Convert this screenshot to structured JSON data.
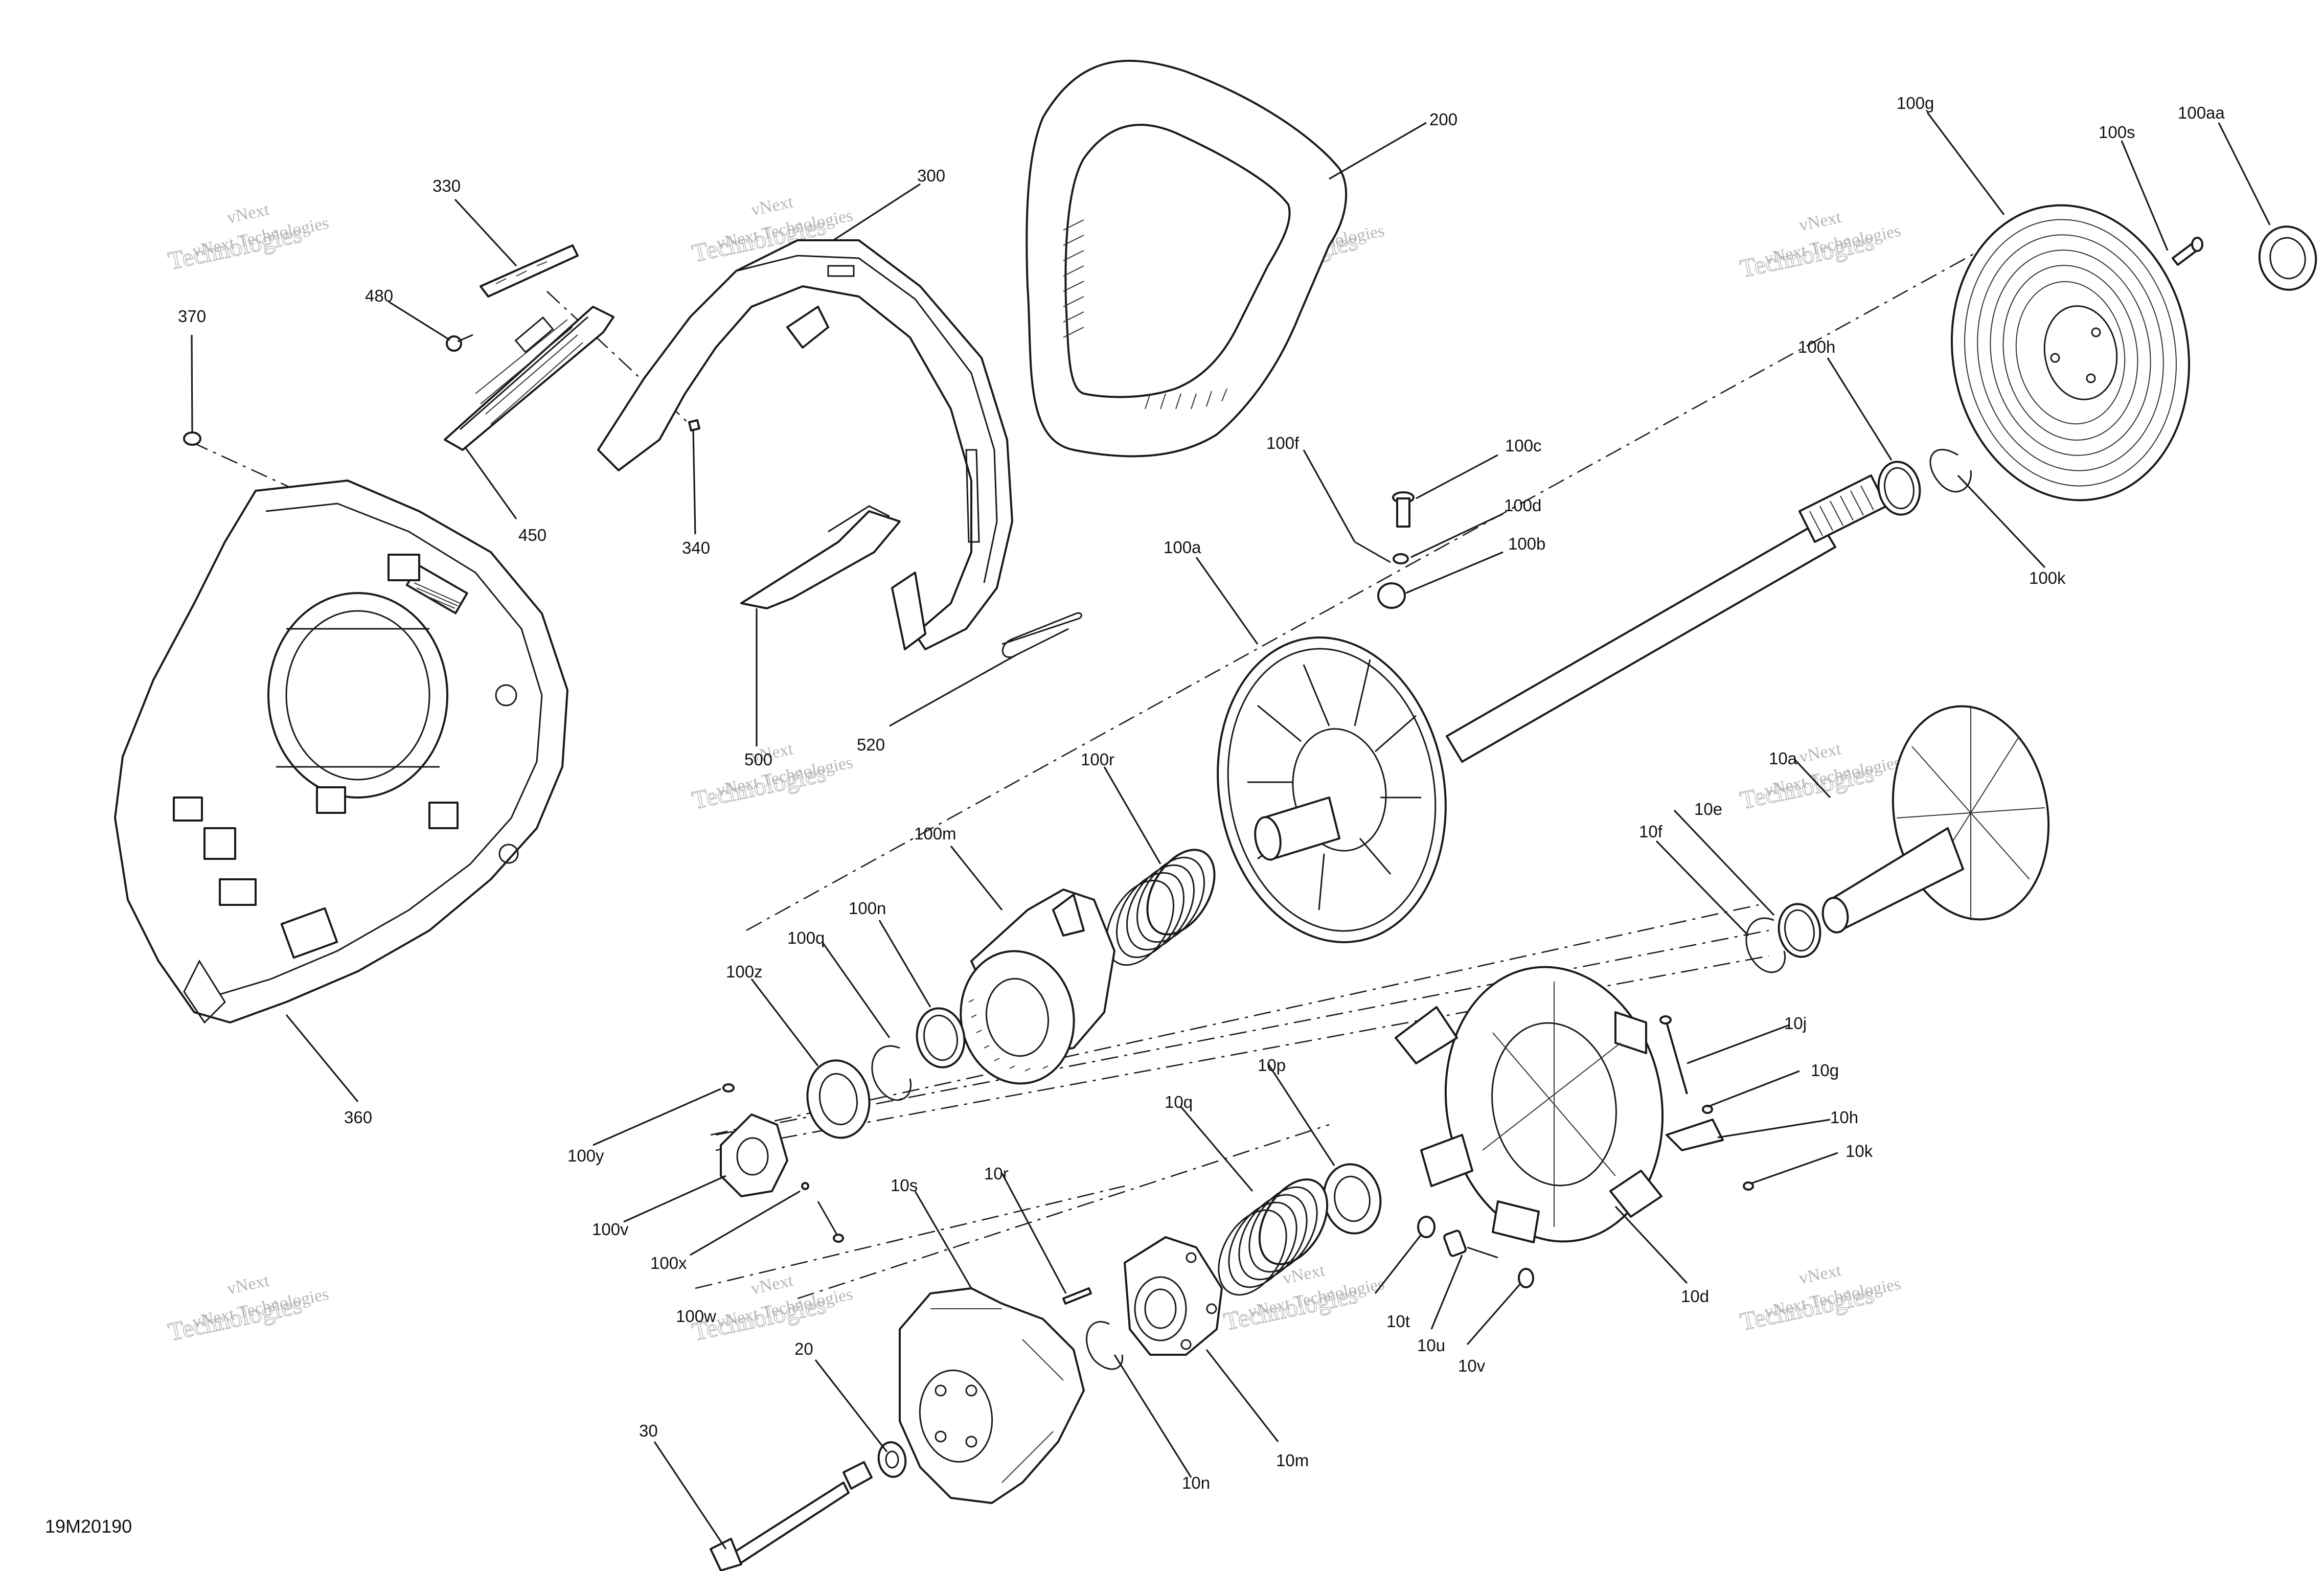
{
  "diagram": {
    "code": "19M20190",
    "watermark": {
      "line1": "vNext",
      "line2": "Technologies",
      "combined": "vNext Technologies"
    },
    "callouts": [
      "330",
      "300",
      "200",
      "100g",
      "100s",
      "100aa",
      "370",
      "480",
      "340",
      "450",
      "360",
      "520",
      "500",
      "100f",
      "100c",
      "100d",
      "100b",
      "100a",
      "100h",
      "100k",
      "100r",
      "100m",
      "100n",
      "100q",
      "100z",
      "100y",
      "100v",
      "100x",
      "100w",
      "10a",
      "10e",
      "10f",
      "10j",
      "10g",
      "10h",
      "10k",
      "10d",
      "10p",
      "10q",
      "10r",
      "10s",
      "10t",
      "10u",
      "10v",
      "10m",
      "10n",
      "20",
      "30"
    ]
  }
}
